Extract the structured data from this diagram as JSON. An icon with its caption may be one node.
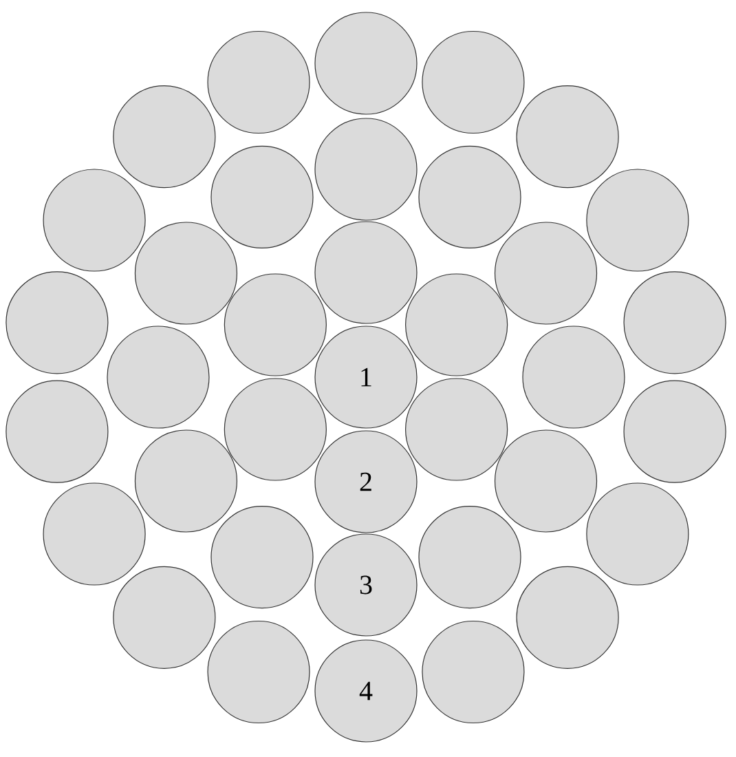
{
  "diagram": {
    "nodes": [
      {
        "text": [],
        "shape": "circle"
      },
      {
        "text": [],
        "shape": "circle"
      },
      {
        "text": [],
        "shape": "circle"
      },
      {
        "text": [],
        "shape": "circle"
      },
      {
        "text": [],
        "shape": "circle"
      },
      {
        "text": [],
        "shape": "circle"
      },
      {
        "text": [],
        "shape": "circle"
      },
      {
        "text": [],
        "shape": "circle"
      },
      {
        "text": [],
        "shape": "circle"
      },
      {
        "text": [],
        "shape": "circle"
      },
      {
        "text": [],
        "shape": "circle"
      },
      {
        "text": [],
        "shape": "circle"
      },
      {
        "text": [],
        "shape": "circle"
      },
      {
        "text": [],
        "shape": "circle"
      },
      {
        "text": [],
        "shape": "circle"
      },
      {
        "text": [],
        "shape": "circle"
      },
      {
        "text": [],
        "shape": "circle"
      },
      {
        "text": [],
        "shape": "circle"
      },
      {
        "text": [
          "1"
        ]
      },
      {
        "text": [],
        "shape": "circle"
      },
      {
        "text": [],
        "shape": "circle"
      },
      {
        "text": [],
        "shape": "circle"
      },
      {
        "text": [],
        "shape": "circle"
      },
      {
        "text": [],
        "shape": "circle"
      },
      {
        "text": [],
        "shape": "circle"
      },
      {
        "text": [],
        "shape": "circle"
      },
      {
        "text": [
          "2"
        ]
      },
      {
        "text": [],
        "shape": "circle"
      },
      {
        "text": [],
        "shape": "circle"
      },
      {
        "text": [],
        "shape": "circle"
      },
      {
        "text": [],
        "shape": "circle"
      },
      {
        "text": [
          "3"
        ]
      },
      {
        "text": [],
        "shape": "circle"
      },
      {
        "text": [],
        "shape": "circle"
      },
      {
        "text": [],
        "shape": "circle"
      },
      {
        "text": [
          "4"
        ]
      },
      {
        "text": [],
        "shape": "circle"
      }
    ]
  }
}
